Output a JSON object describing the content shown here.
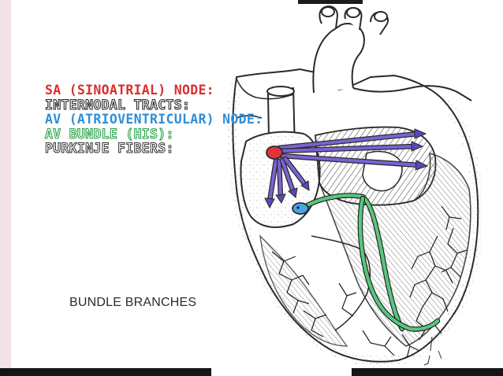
{
  "legend": {
    "sa_node": "SA (SINOATRIAL) NODE:",
    "internodal_tracts": "INTERNODAL TRACTS:",
    "av_node": "AV (ATRIOVENTRICULAR) NODE:",
    "av_bundle": "AV BUNDLE (HIS):",
    "purkinje_fibers": "PURKINJE FIBERS:"
  },
  "annotations": {
    "bundle_branches": "BUNDLE BRANCHES"
  },
  "colors": {
    "sa_node": "#e2333a",
    "internodal_tracts": "#6e52c8",
    "av_node": "#2f8ed8",
    "av_bundle": "#3db86a",
    "purkinje_fibers": "#222222"
  }
}
